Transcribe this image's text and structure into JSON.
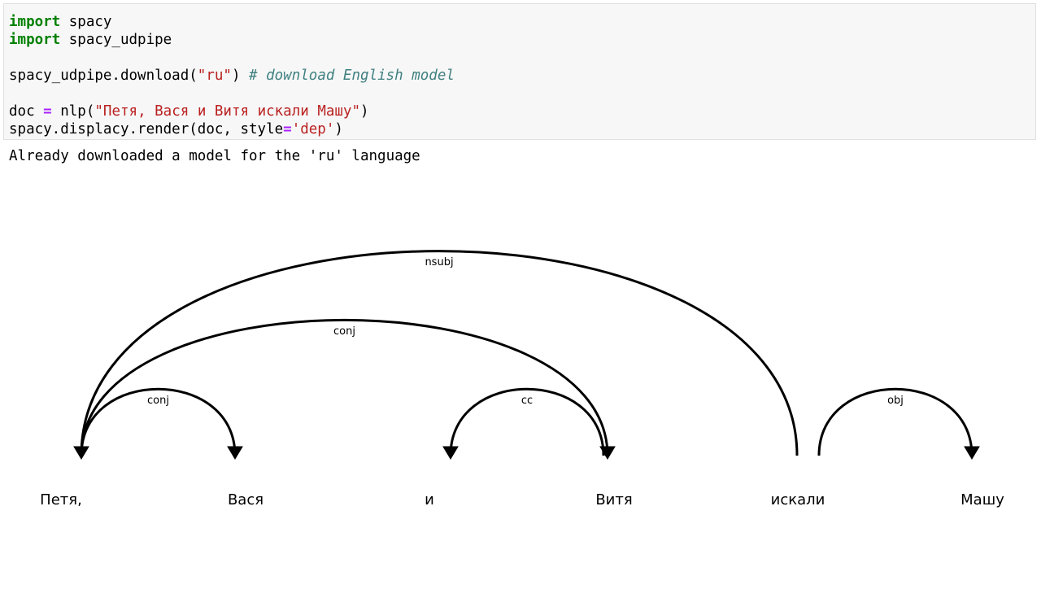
{
  "colors": {
    "keyword": "#008000",
    "operator": "#aa22ff",
    "string": "#ba2121",
    "comment": "#408080"
  },
  "code": {
    "line1": {
      "kw": "import",
      "rest": " spacy"
    },
    "line2": {
      "kw": "import",
      "rest": " spacy_udpipe"
    },
    "line3": {
      "call": "spacy_udpipe.download(",
      "str": "\"ru\"",
      "close": ")",
      "comment": " # download English model"
    },
    "line4": {
      "lhs": "doc ",
      "op": "=",
      "call": " nlp(",
      "str": "\"Петя, Вася и Витя искали Машу\"",
      "close": ")"
    },
    "line5": {
      "pre": "spacy.displacy.render(doc, style",
      "op": "=",
      "str": "'dep'",
      "close": ")"
    }
  },
  "output": "Already downloaded a model for the 'ru' language",
  "dependency_parse": {
    "words": [
      "Петя,",
      "Вася",
      "и",
      "Витя",
      "искали",
      "Машу"
    ],
    "arcs": [
      {
        "label": "conj",
        "head": 0,
        "dep": 1
      },
      {
        "label": "cc",
        "head": 3,
        "dep": 2
      },
      {
        "label": "conj",
        "head": 0,
        "dep": 3
      },
      {
        "label": "nsubj",
        "head": 4,
        "dep": 0
      },
      {
        "label": "obj",
        "head": 4,
        "dep": 5
      }
    ]
  }
}
